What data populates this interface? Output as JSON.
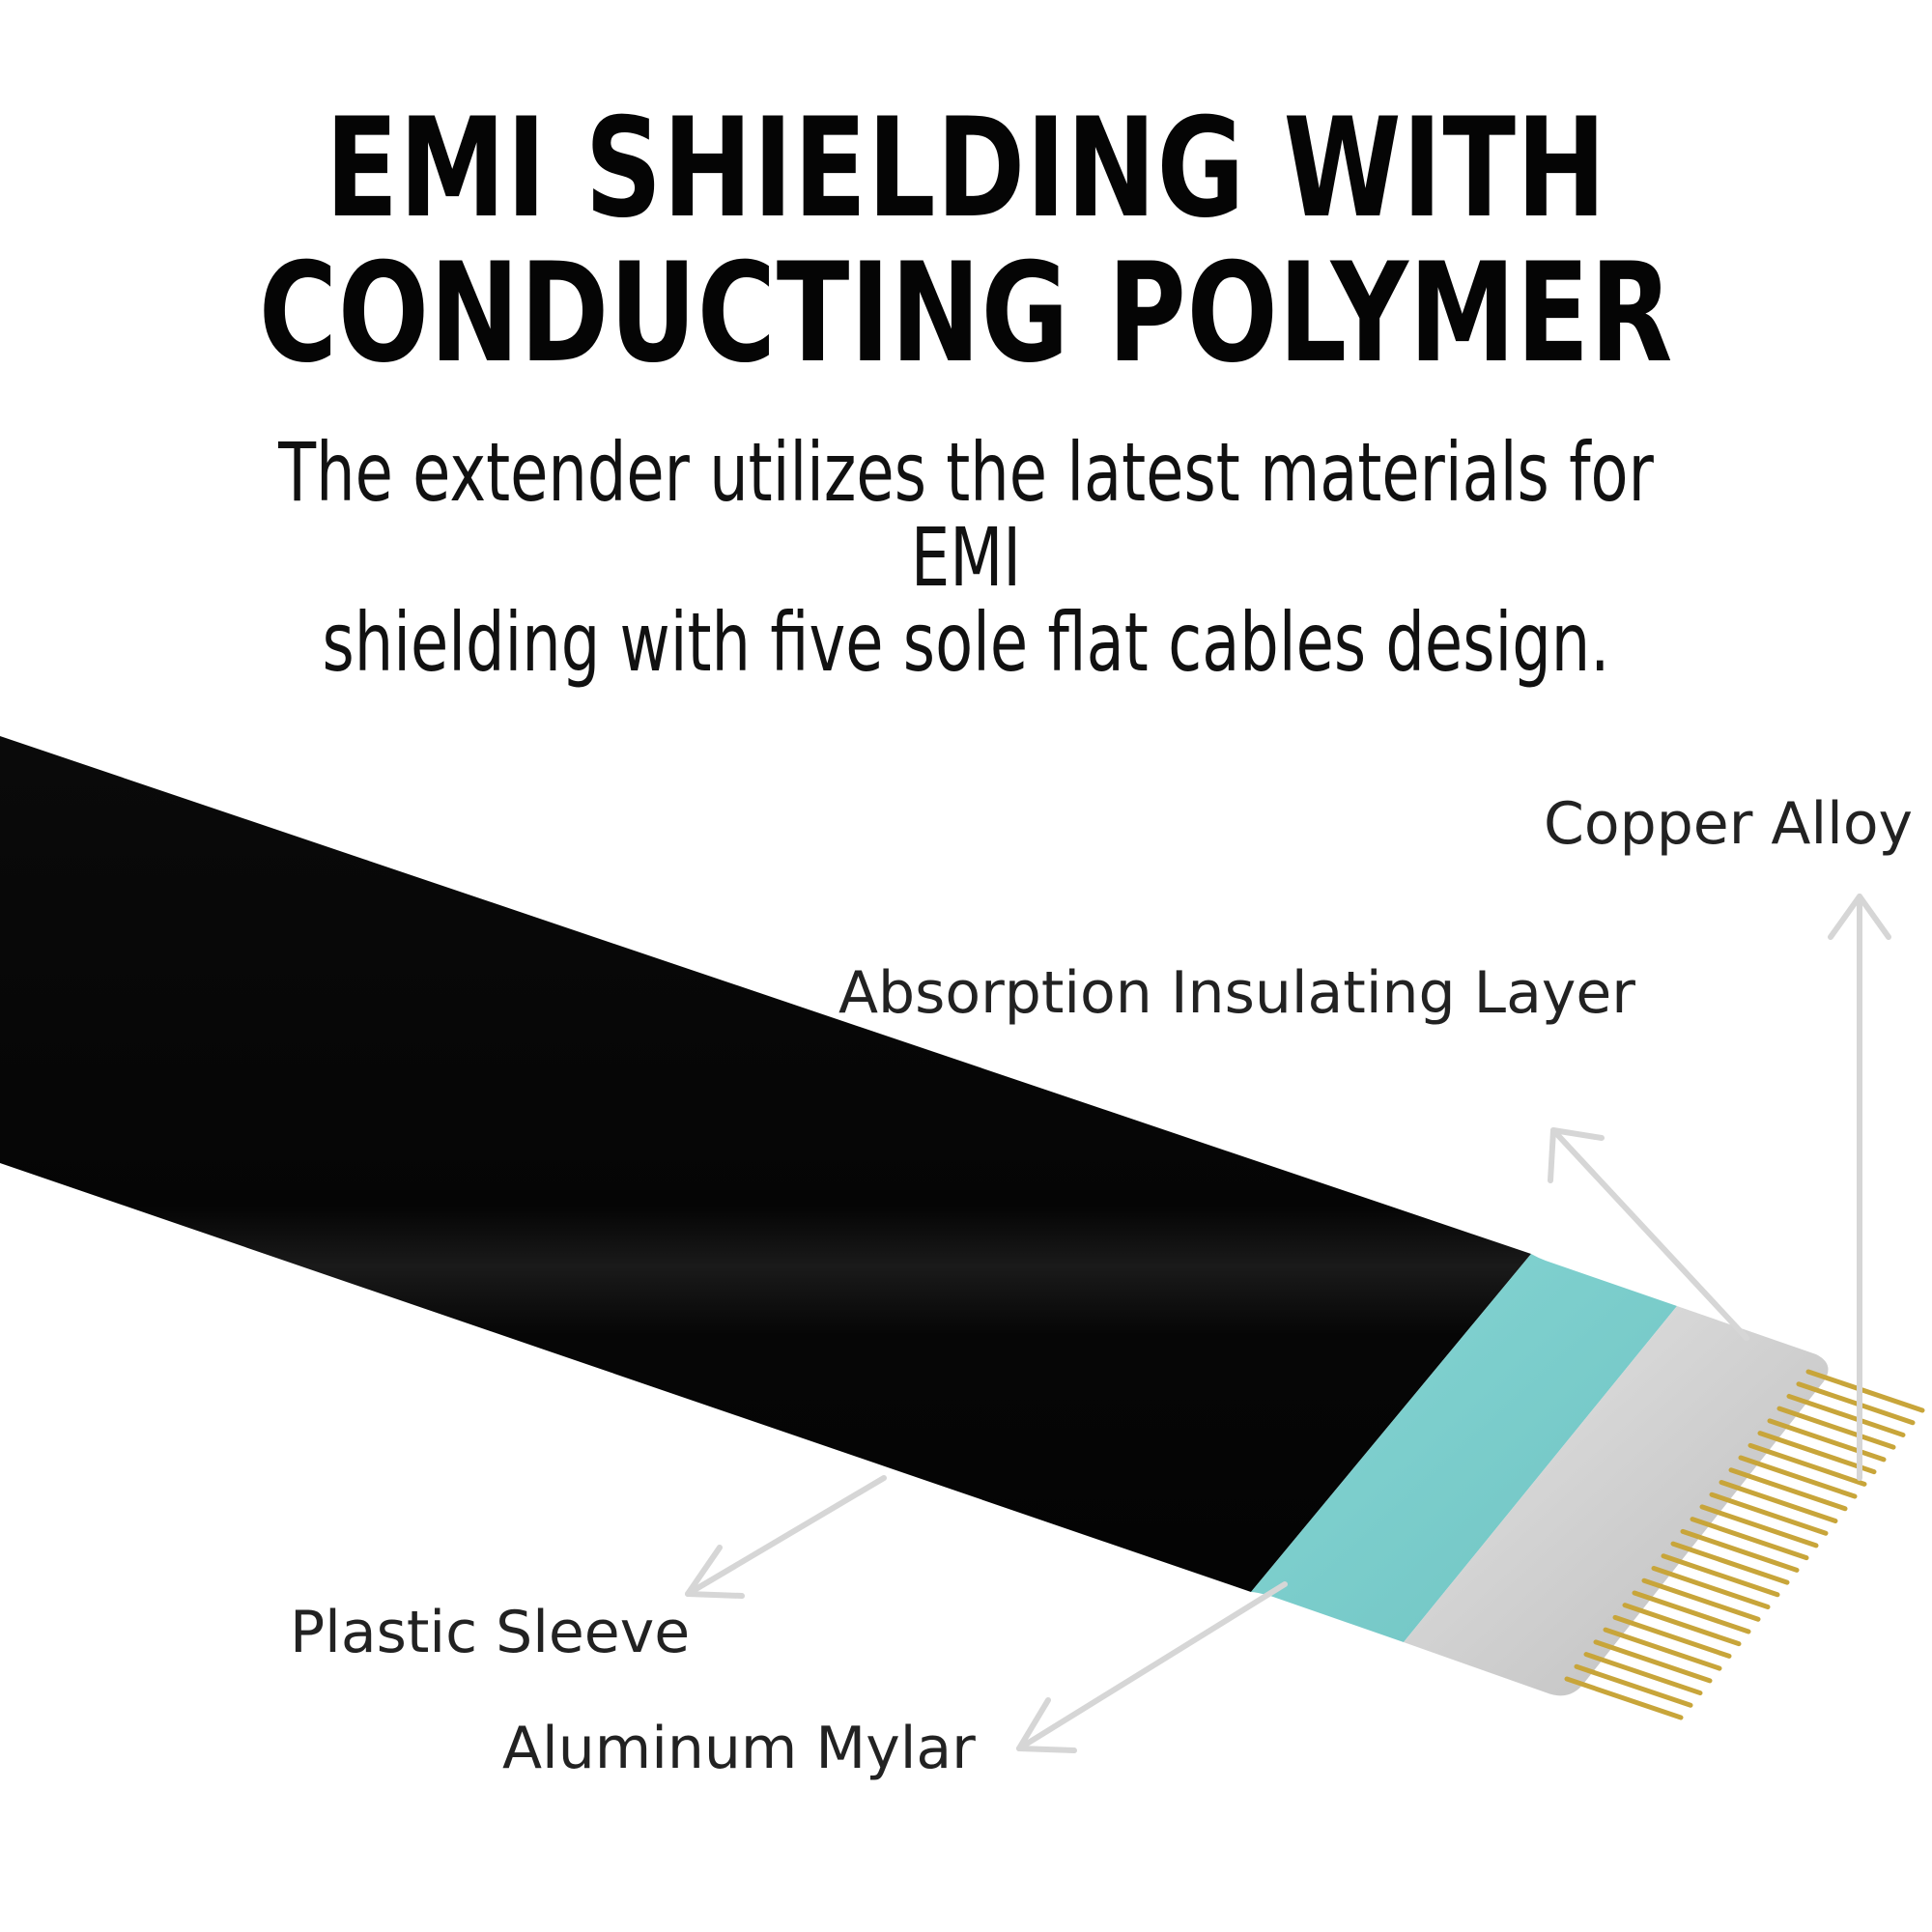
{
  "title": {
    "line1": "EMI SHIELDING WITH",
    "line2": "CONDUCTING POLYMER"
  },
  "subtitle": {
    "line1": "The extender utilizes the latest materials for EMI",
    "line2": "shielding with five sole flat cables design."
  },
  "labels": {
    "copper_alloy": "Copper Alloy",
    "absorption_layer": "Absorption Insulating Layer",
    "plastic_sleeve": "Plastic Sleeve",
    "aluminum_mylar": "Aluminum Mylar"
  },
  "colors": {
    "cable_sleeve": "#050505",
    "absorption_layer": "#7fd1d0",
    "aluminum_mylar": "#d2d2d2",
    "copper_pins": "#c8a53a",
    "arrow": "#d6d6d6"
  }
}
